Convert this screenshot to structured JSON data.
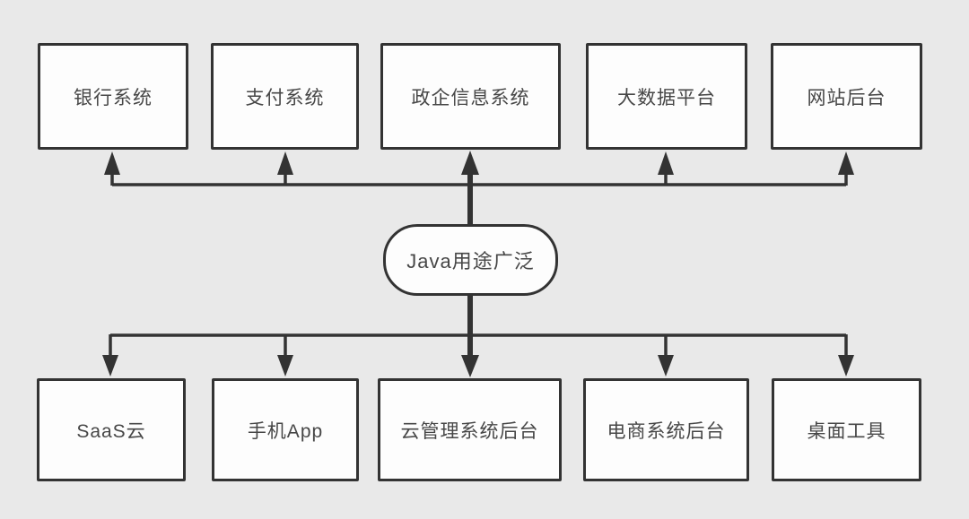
{
  "diagram": {
    "center_node": {
      "label": "Java用途广泛"
    },
    "top_nodes": [
      {
        "label": "银行系统"
      },
      {
        "label": "支付系统"
      },
      {
        "label": "政企信息系统"
      },
      {
        "label": "大数据平台"
      },
      {
        "label": "网站后台"
      }
    ],
    "bottom_nodes": [
      {
        "label": "SaaS云"
      },
      {
        "label": "手机App"
      },
      {
        "label": "云管理系统后台"
      },
      {
        "label": "电商系统后台"
      },
      {
        "label": "桌面工具"
      }
    ]
  },
  "colors": {
    "background": "#e9e9e9",
    "node_fill": "#fdfdfd",
    "line": "#333333",
    "text": "#474747"
  }
}
